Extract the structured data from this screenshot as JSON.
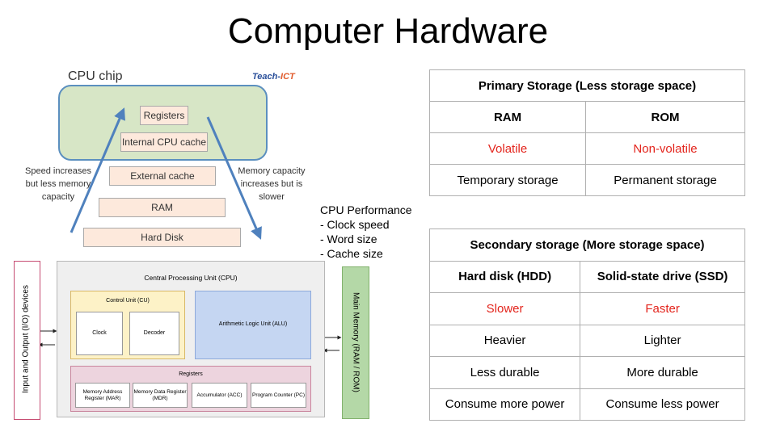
{
  "title": "Computer Hardware",
  "cpu_chip": {
    "label": "CPU chip",
    "logo_text_a": "Teach-",
    "logo_text_b": "ICT",
    "levels": [
      "Registers",
      "Internal CPU cache",
      "External cache",
      "RAM",
      "Hard Disk"
    ],
    "speed_note": "Speed increases but less memory capacity",
    "memory_note": "Memory capacity increases but is slower",
    "arrow_color": "#4f81bd"
  },
  "cpu_performance": {
    "heading": "CPU Performance",
    "items": [
      "- Clock speed",
      "- Word size",
      "- Cache size"
    ]
  },
  "architecture": {
    "io_label": "Input and Output (I/O) devices",
    "cpu_label": "Central Processing Unit (CPU)",
    "control_unit": "Control Unit (CU)",
    "clock": "Clock",
    "decoder": "Decoder",
    "alu": "Arithmetic Logic Unit (ALU)",
    "registers": "Registers",
    "reg_mar": "Memory Address Register (MAR)",
    "reg_mdr": "Memory Data Register (MDR)",
    "reg_acc": "Accumulator (ACC)",
    "reg_pc": "Program Counter (PC)",
    "main_memory": "Main Memory (RAM / ROM)"
  },
  "primary_table": {
    "title": "Primary Storage (Less storage space)",
    "headers": [
      "RAM",
      "ROM"
    ],
    "rows": [
      [
        "Volatile",
        "Non-volatile"
      ],
      [
        "Temporary storage",
        "Permanent storage"
      ]
    ]
  },
  "secondary_table": {
    "title": "Secondary storage (More storage space)",
    "headers": [
      "Hard disk (HDD)",
      "Solid-state drive (SSD)"
    ],
    "rows": [
      [
        "Slower",
        "Faster"
      ],
      [
        "Heavier",
        "Lighter"
      ],
      [
        "Less durable",
        "More durable"
      ],
      [
        "Consume more power",
        "Consume less power"
      ]
    ]
  },
  "colors": {
    "highlight": "#e3241c"
  }
}
